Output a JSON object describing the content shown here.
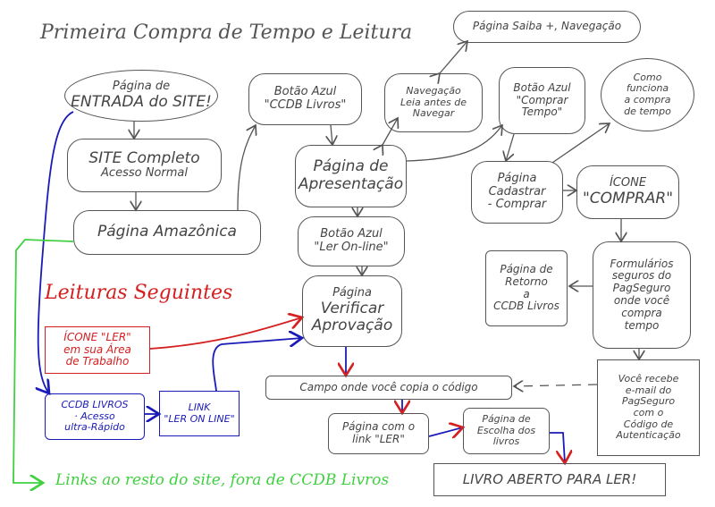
{
  "title": "Primeira Compra de Tempo e Leitura",
  "nodes": {
    "entrada": {
      "line1": "Página de",
      "line2": "ENTRADA do SITE!"
    },
    "site_completo": {
      "line1": "SITE Completo",
      "line2": "Acesso Normal"
    },
    "amazonica": {
      "line1": "Página Amazônica"
    },
    "botao_ccdb": {
      "line1": "Botão Azul",
      "line2": "\"CCDB Livros\""
    },
    "navegacao": {
      "line1": "Navegação",
      "line2": "Leia antes de",
      "line3": "Navegar"
    },
    "saiba": {
      "line1": "Página Saiba +, Navegação"
    },
    "botao_comprar": {
      "line1": "Botão Azul",
      "line2": "\"Comprar",
      "line3": "Tempo\""
    },
    "como_funciona": {
      "line1": "Como",
      "line2": "funciona",
      "line3": "a compra",
      "line4": "de tempo"
    },
    "apresentacao": {
      "line1": "Página de",
      "line2": "Apresentação"
    },
    "cadastrar": {
      "line1": "Página",
      "line2": "Cadastrar",
      "line3": "- Comprar"
    },
    "icone_comprar": {
      "line1": "ÍCONE",
      "line2": "\"COMPRAR\""
    },
    "botao_ler": {
      "line1": "Botão Azul",
      "line2": "\"Ler On-line\""
    },
    "verificar": {
      "line1": "Página",
      "line2": "Verificar",
      "line3": "Aprovação"
    },
    "formularios": {
      "line1": "Formulários",
      "line2": "seguros do",
      "line3": "PagSeguro",
      "line4": "onde você",
      "line5": "compra",
      "line6": "tempo"
    },
    "retorno": {
      "line1": "Página de",
      "line2": "Retorno",
      "line3": "a",
      "line4": "CCDB Livros"
    },
    "recebe": {
      "line1": "Você recebe",
      "line2": "e-mail do",
      "line3": "PagSeguro",
      "line4": "com o",
      "line5": "Código de",
      "line6": "Autenticação"
    },
    "campo": {
      "line1": "Campo onde você copia o código"
    },
    "pagina_link": {
      "line1": "Página com o",
      "line2": "link \"LER\""
    },
    "escolha": {
      "line1": "Página de",
      "line2": "Escolha dos",
      "line3": "livros"
    },
    "livro_aberto": {
      "line1": "LIVRO ABERTO PARA LER!"
    },
    "icone_ler": {
      "line1": "ÍCONE \"LER\"",
      "line2": "em sua Área",
      "line3": "de Trabalho"
    },
    "ccdb_rapido": {
      "line1": "CCDB LIVROS",
      "line2": "· Acesso",
      "line3": "ultra-Rápido"
    },
    "link_online": {
      "line1": "LINK",
      "line2": "\"LER ON LINE\""
    }
  },
  "leituras_seguintes": "Leituras Seguintes",
  "links_resto": "Links ao resto do site, fora de CCDB Livros",
  "colors": {
    "ink": "#555555",
    "red": "#d42020",
    "blue": "#1a1ab8",
    "green": "#40d040"
  }
}
